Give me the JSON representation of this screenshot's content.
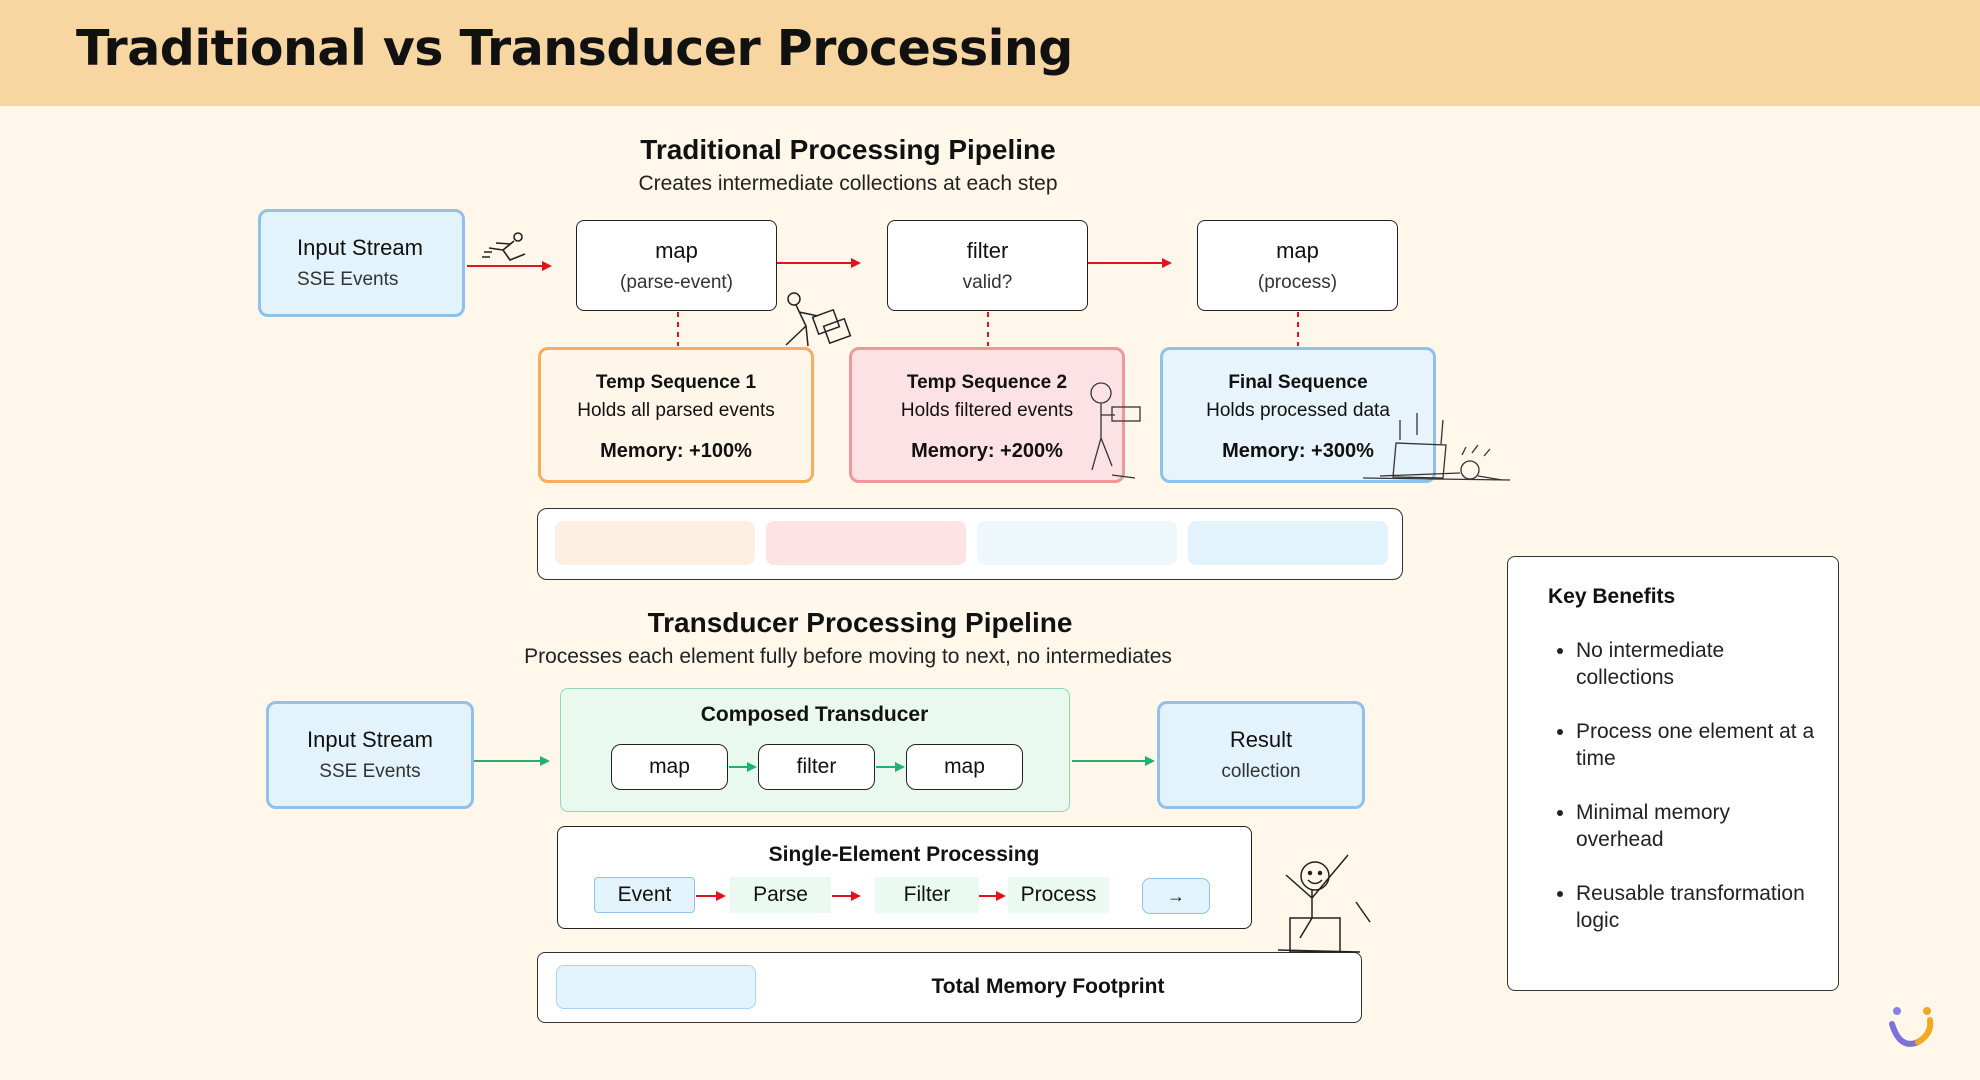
{
  "header": {
    "title": "Traditional vs Transducer Processing"
  },
  "traditional": {
    "title": "Traditional Processing Pipeline",
    "subtitle": "Creates intermediate collections at each step",
    "input": {
      "title": "Input Stream",
      "sub": "SSE Events"
    },
    "steps": [
      {
        "title": "map",
        "sub": "(parse-event)"
      },
      {
        "title": "filter",
        "sub": "valid?"
      },
      {
        "title": "map",
        "sub": "(process)"
      }
    ],
    "temps": [
      {
        "title": "Temp Sequence 1",
        "desc": "Holds all parsed events",
        "memory": "Memory: +100%"
      },
      {
        "title": "Temp Sequence  2",
        "desc": "Holds filtered events",
        "memory": "Memory: +200%"
      },
      {
        "title": "Final Sequence",
        "desc": "Holds processed data",
        "memory": "Memory:  +300%"
      }
    ]
  },
  "transducer": {
    "title": "Transducer Processing Pipeline",
    "subtitle": "Processes each element fully before moving to next, no intermediates",
    "input": {
      "title": "Input Stream",
      "sub": "SSE Events"
    },
    "composed": {
      "title": "Composed Transducer",
      "chips": [
        "map",
        "filter",
        "map"
      ]
    },
    "result": {
      "title": "Result",
      "sub": "collection"
    },
    "single": {
      "title": "Single-Element Processing",
      "steps": [
        "Event",
        "Parse",
        "Filter",
        "Process",
        "→"
      ]
    },
    "memory": {
      "title": "Total Memory Footprint"
    }
  },
  "benefits": {
    "title": "Key Benefits",
    "items": [
      "No intermediate collections",
      "Process one element at a time",
      "Minimal memory overhead",
      "Reusable transformation logic"
    ]
  },
  "colors": {
    "header_bg": "#f7d6a1",
    "page_bg": "#fef7ea",
    "orange": "#f6ad5f",
    "red": "#ee9999",
    "blue": "#8fc1ea",
    "green": "#8fd9b0",
    "arrow_red": "#e0141e",
    "arrow_green": "#23b26d"
  },
  "icons": [
    "running-figure-icon",
    "carrying-box-figure-icon",
    "collapsed-figure-icon",
    "happy-figure-icon",
    "brand-logo-icon"
  ]
}
